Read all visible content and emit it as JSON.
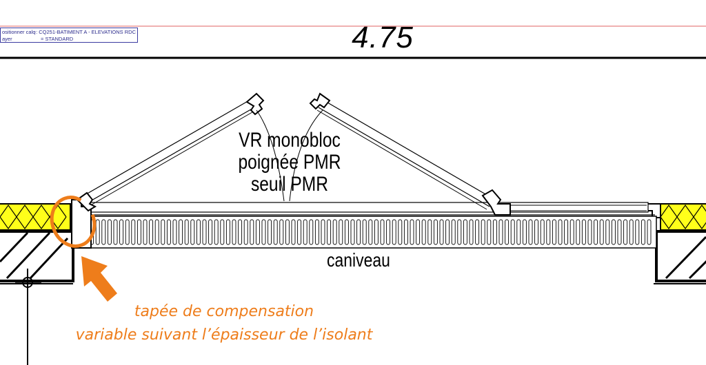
{
  "layer_tooltip": {
    "row1_key": "ositionner calque",
    "row1_value": "CQ251-BATIMENT A - ELEVATIONS RDC",
    "row2_key": "ayer",
    "row2_value": "= STANDARD"
  },
  "dimension": {
    "value": "4.75"
  },
  "labels": {
    "line1": "VR monobloc",
    "line2": "poignée PMR",
    "line3": "seuil PMR",
    "gutter": "caniveau"
  },
  "annotation": {
    "line1": "tapée de compensation",
    "line2": "variable suivant l’épaisseur de l’isolant",
    "color": "#ee7d1b"
  },
  "colors": {
    "insulation": "#ffff1a",
    "guide_line": "#e06060",
    "tooltip_border": "#3a3aa0"
  }
}
